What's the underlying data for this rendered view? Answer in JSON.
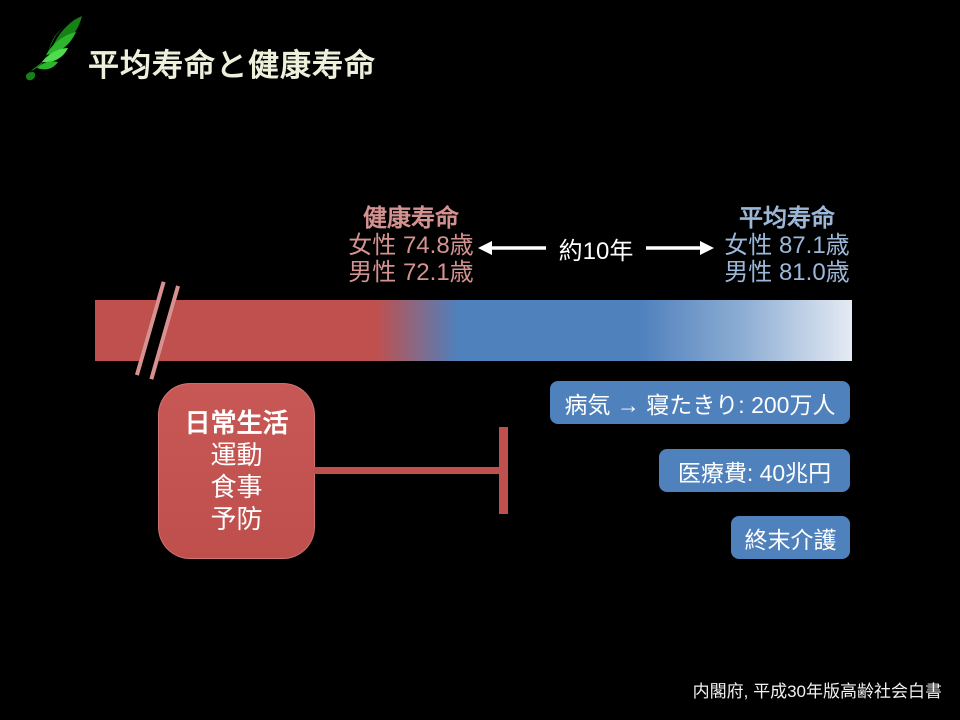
{
  "slide": {
    "title": "平均寿命と健康寿命",
    "source": "内閣府, 平成30年版高齢社会白書",
    "background_color": "#000000"
  },
  "icons": {
    "logo": "leaf-logo",
    "gap_left": "left-arrow",
    "gap_right": "right-arrow",
    "bar_break": "axis-break-marks",
    "inhibitor": "inhibition-tbar"
  },
  "lifespan_labels": {
    "healthy": {
      "heading": "健康寿命",
      "female": "女性 74.8歳",
      "male": "男性 72.1歳",
      "color": "#d49391"
    },
    "average": {
      "heading": "平均寿命",
      "female": "女性 87.1歳",
      "male": "男性 81.0歳",
      "color": "#9cb8d9"
    },
    "gap_label": "約10年"
  },
  "bar": {
    "red_color": "#c0504d",
    "blue_color": "#4f81bd",
    "fade_end_color": "#e5ebf4",
    "break_mark_color": "#d9918f"
  },
  "daily_life_box": {
    "heading": "日常生活",
    "items": [
      "運動",
      "食事",
      "予防"
    ],
    "background": "#c0504d",
    "text_color": "#ffffff"
  },
  "consequence_boxes": {
    "background": "#4f81bd",
    "text_color": "#ffffff",
    "items": [
      "病気 → 寝たきり: 200万人",
      "医療費: 40兆円",
      "終末介護"
    ]
  },
  "logo_colors": {
    "dark_green": "#168216",
    "mid_green": "#2db62d",
    "bright_green": "#4fdc4f"
  }
}
